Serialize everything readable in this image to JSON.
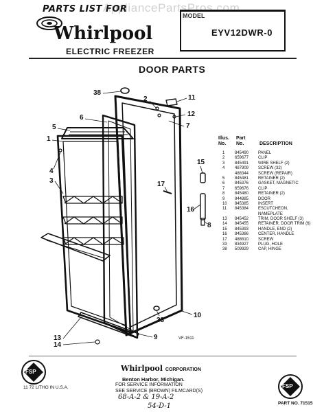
{
  "header": {
    "parts_list_label": "PARTS LIST FOR",
    "brand": "Whirlpool",
    "product": "ELECTRIC FREEZER",
    "model_label": "MODEL",
    "model_number": "EYV12DWR-0",
    "watermark": "AppliancePartsPros.com"
  },
  "section": {
    "title": "DOOR PARTS"
  },
  "callouts": [
    "38",
    "2",
    "11",
    "12",
    "7",
    "6",
    "5",
    "1",
    "4",
    "3",
    "15",
    "17",
    "16",
    "8",
    "10",
    "33",
    "9",
    "13",
    "14"
  ],
  "parts_list": {
    "col_illus": "Illus.",
    "col_no": "No.",
    "col_part": "Part",
    "col_part_no": "No.",
    "col_description": "DESCRIPTION",
    "rows": [
      {
        "illus": "1",
        "part": "845490",
        "desc": "PANEL"
      },
      {
        "illus": "2",
        "part": "659677",
        "desc": "CLIP"
      },
      {
        "illus": "3",
        "part": "845491",
        "desc": "WIRE SHELF (2)"
      },
      {
        "illus": "4",
        "part": "487909",
        "desc": "SCREW (32)"
      },
      {
        "illus": "",
        "part": "488344",
        "desc": "SCREW (REPAIR)"
      },
      {
        "illus": "5",
        "part": "845481",
        "desc": "RETAINER (2)"
      },
      {
        "illus": "6",
        "part": "845376",
        "desc": "GASKET, MAGNETIC"
      },
      {
        "illus": "7",
        "part": "659676",
        "desc": "CLIP"
      },
      {
        "illus": "8",
        "part": "845480",
        "desc": "RETAINER (2)"
      },
      {
        "illus": "9",
        "part": "844885",
        "desc": "DOOR"
      },
      {
        "illus": "10",
        "part": "845385",
        "desc": "INSERT"
      },
      {
        "illus": "11",
        "part": "845384",
        "desc": "ESCUTCHEON,"
      },
      {
        "illus": "",
        "part": "",
        "desc": "NAMEPLATE"
      },
      {
        "illus": "13",
        "part": "845452",
        "desc": "TRIM, DOOR SHELF (3)"
      },
      {
        "illus": "14",
        "part": "845455",
        "desc": "RETAINER, DOOR TRIM (6)"
      },
      {
        "illus": "15",
        "part": "845393",
        "desc": "HANDLE, END (2)"
      },
      {
        "illus": "16",
        "part": "845386",
        "desc": "CENTER, HANDLE"
      },
      {
        "illus": "17",
        "part": "488810",
        "desc": "SCREW"
      },
      {
        "illus": "33",
        "part": "834927",
        "desc": "PLUG, HOLE"
      },
      {
        "illus": "38",
        "part": "509929",
        "desc": "CAP, HINGE"
      }
    ]
  },
  "figure_code": "VF-1511",
  "footer": {
    "brand": "Whirlpool",
    "corporation": "CORPORATION",
    "location": "Benton Harbor, Michigan.",
    "service_line1": "FOR SERVICE INFORMATION",
    "service_line2": "SEE SERVICE (BROWN) FILMCARD(S)",
    "handwritten1": "68-A-2 & 19-A-2",
    "handwritten2": "54-D-1",
    "litho": "11 72  LITHO IN U.S.A.",
    "part_no": "PART NO. 71515",
    "fsp_label": "FSP"
  }
}
